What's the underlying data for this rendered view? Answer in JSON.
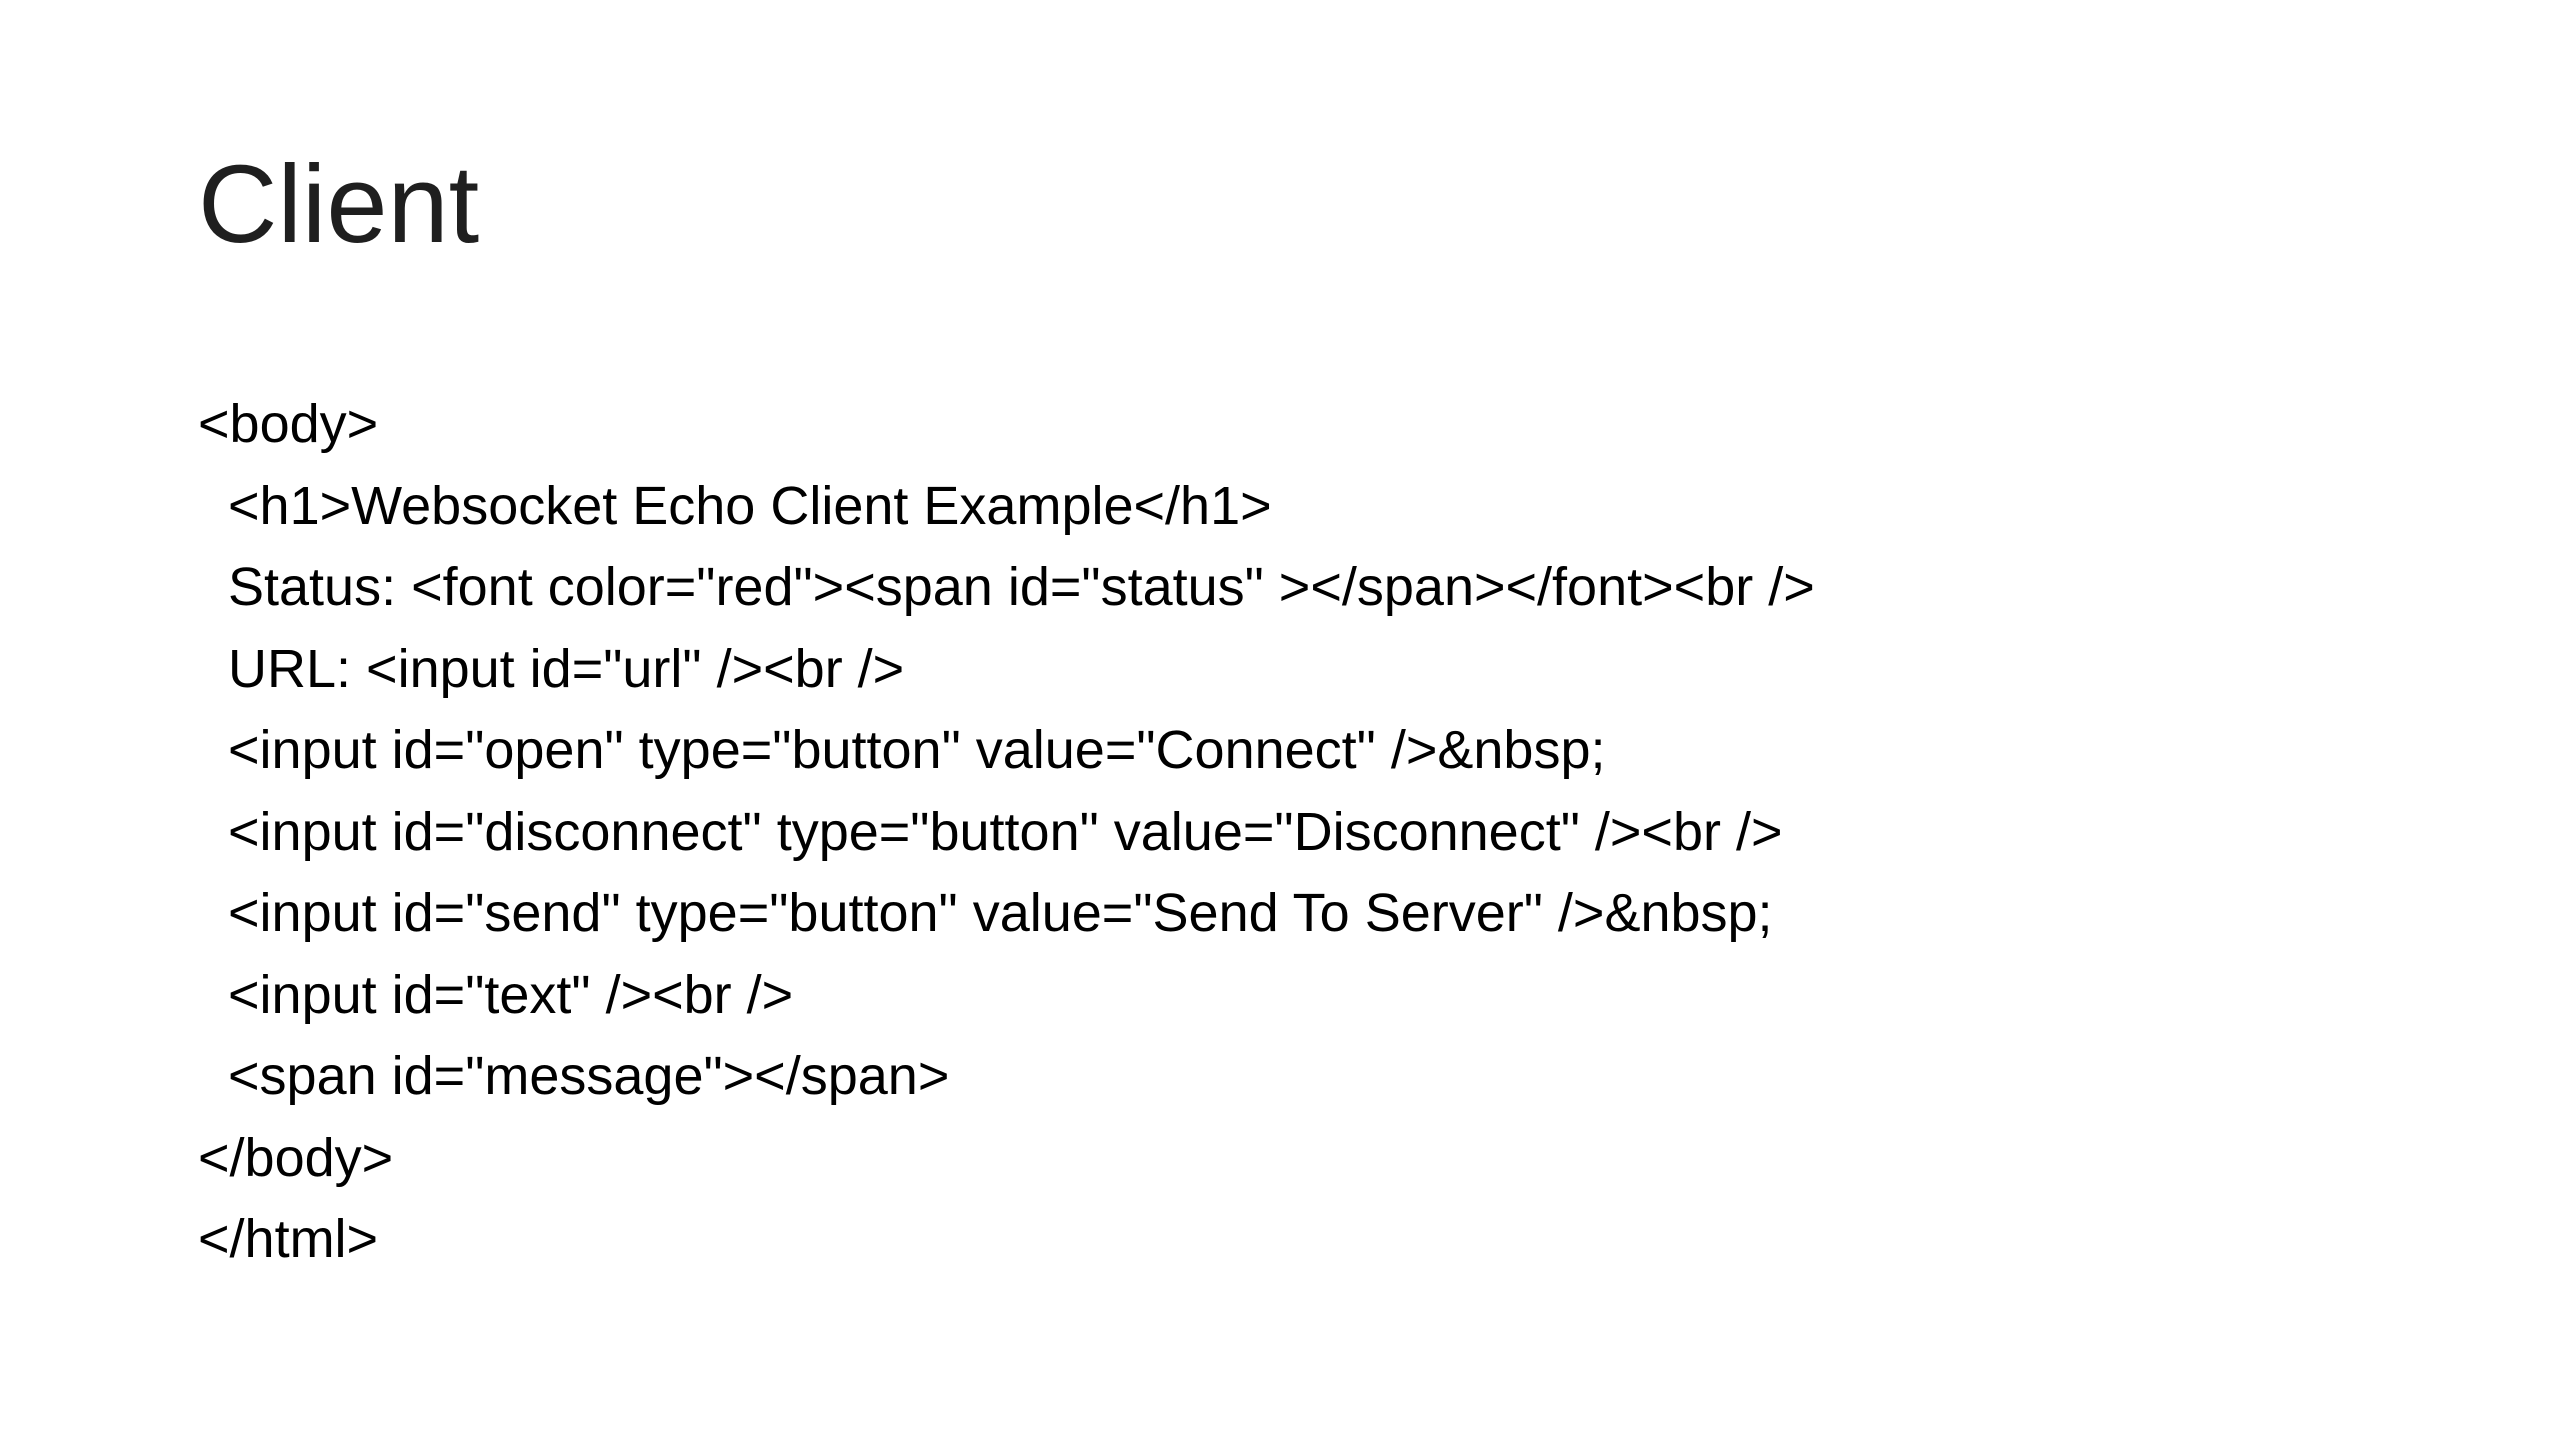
{
  "slide": {
    "title": "Client",
    "lines": [
      {
        "text": "<body>",
        "indent": false
      },
      {
        "text": "<h1>Websocket Echo Client Example</h1>",
        "indent": true
      },
      {
        "text": "Status: <font color=\"red\"><span id=\"status\" ></span></font><br />",
        "indent": true
      },
      {
        "text": "URL: <input id=\"url\" /><br />",
        "indent": true
      },
      {
        "text": "<input id=\"open\" type=\"button\" value=\"Connect\" />&nbsp;",
        "indent": true
      },
      {
        "text": "<input id=\"disconnect\" type=\"button\" value=\"Disconnect\" /><br />",
        "indent": true
      },
      {
        "text": "<input id=\"send\" type=\"button\" value=\"Send To Server\" />&nbsp;",
        "indent": true
      },
      {
        "text": "<input id=\"text\" /><br />",
        "indent": true
      },
      {
        "text": "<span id=\"message\"></span>",
        "indent": true
      },
      {
        "text": "</body>",
        "indent": false
      },
      {
        "text": "</html>",
        "indent": false
      }
    ]
  },
  "colors": {
    "background": "#ffffff",
    "title": "#1f1f1f",
    "text": "#000000"
  }
}
